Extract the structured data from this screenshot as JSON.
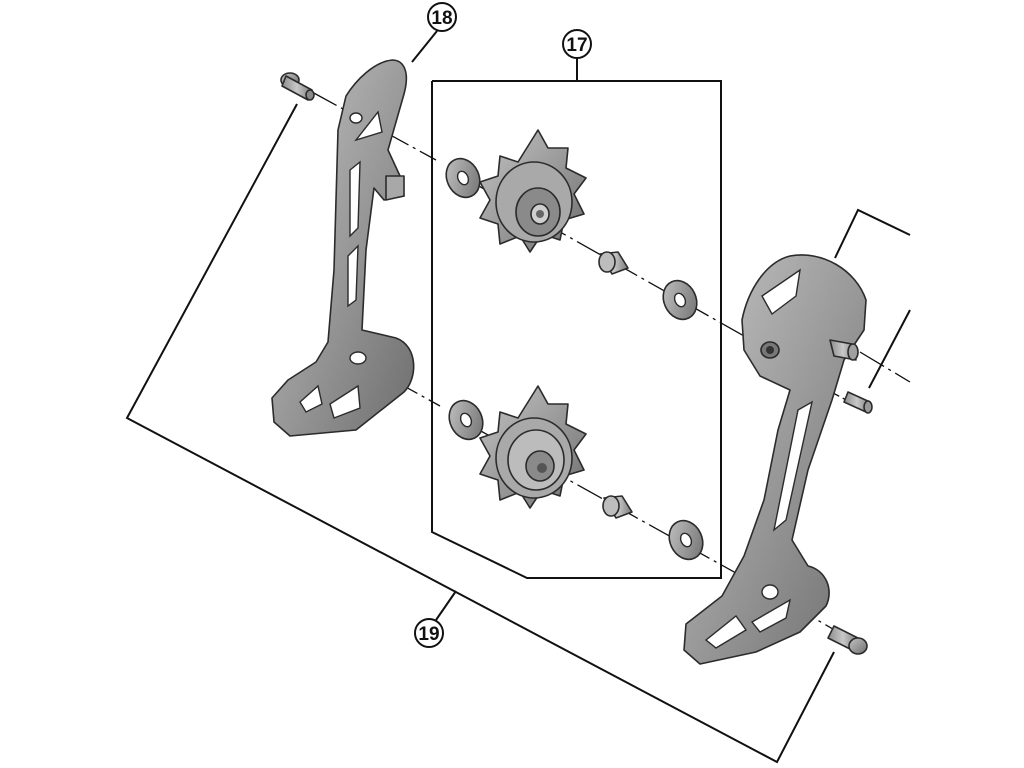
{
  "callouts": [
    {
      "id": "c18",
      "label": "18"
    },
    {
      "id": "c17",
      "label": "17"
    },
    {
      "id": "c19",
      "label": "19"
    }
  ],
  "colors": {
    "part_fill": "#9a9a9a",
    "part_light": "#b7b7b7",
    "part_dark": "#6e6e6e",
    "line": "#111111"
  }
}
